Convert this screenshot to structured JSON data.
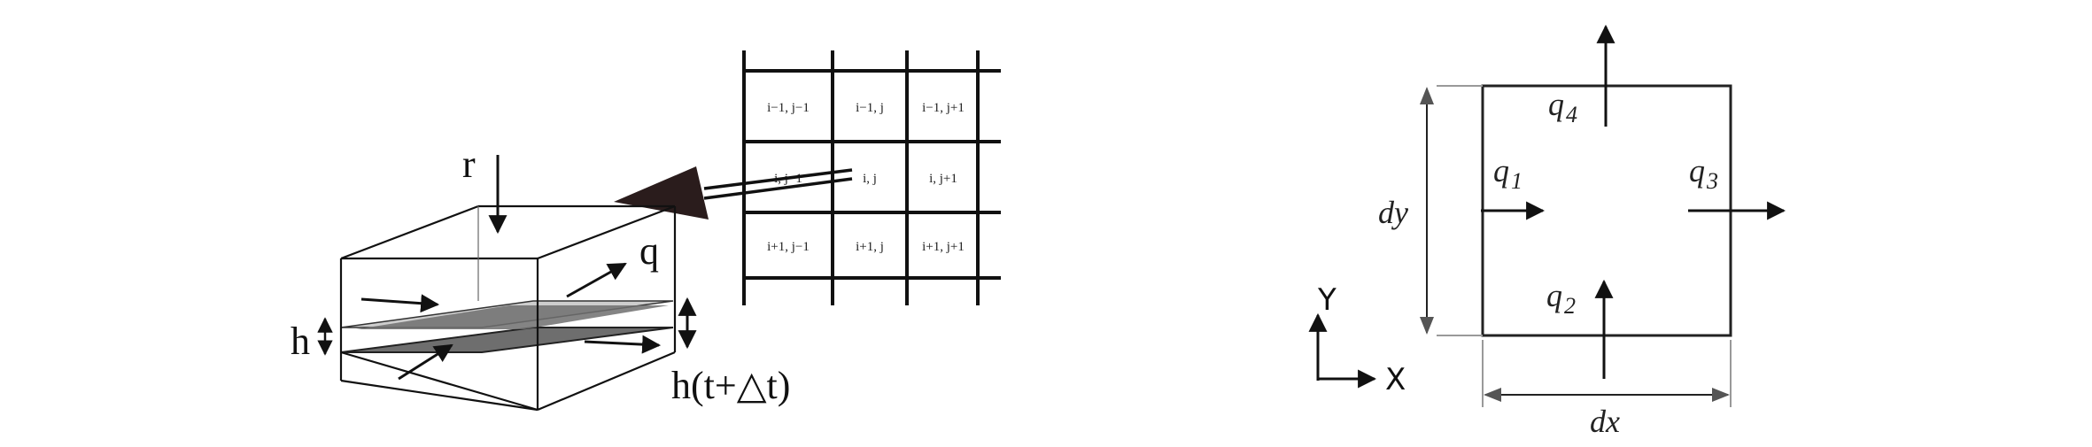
{
  "grid": {
    "rows": [
      [
        "i−1, j−1",
        "i−1, j",
        "i−1, j+1"
      ],
      [
        "i, j−1",
        "i, j",
        "i, j+1"
      ],
      [
        "i+1, j−1",
        "i+1, j",
        "i+1, j+1"
      ]
    ]
  },
  "volume": {
    "rain_label": "r",
    "flow_label": "q",
    "depth_label": "h",
    "next_depth_label": "h(t+△t)"
  },
  "cell_balance": {
    "q1": "q",
    "q1_sub": "1",
    "q2": "q",
    "q2_sub": "2",
    "q3": "q",
    "q3_sub": "3",
    "q4": "q",
    "q4_sub": "4",
    "dx": "dx",
    "dy": "dy",
    "axis_x": "X",
    "axis_y": "Y"
  },
  "colors": {
    "line": "#111111",
    "upper_plane": "#c8c8c8",
    "lower_plane": "#6e6e6e",
    "arrow_fill": "#2a1c1c",
    "dim_line": "#999999"
  }
}
